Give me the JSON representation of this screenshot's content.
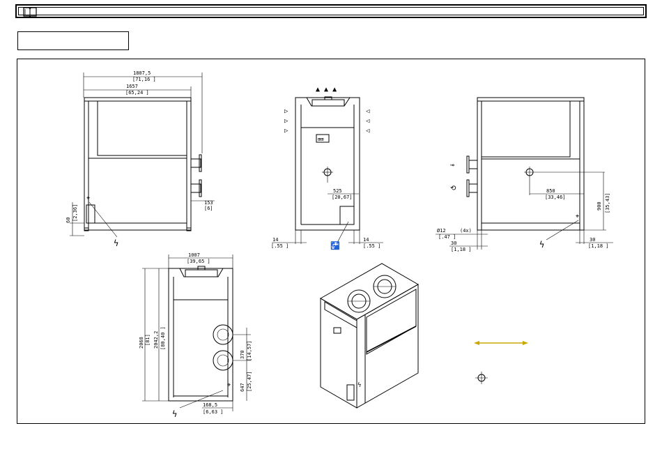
{
  "header": {
    "icon": "book-icon",
    "title": ""
  },
  "section_title": "",
  "views": {
    "side": {
      "overall_width": "1807,5",
      "overall_width_in": "[71,16 ]",
      "body_width": "1657",
      "body_width_in": "[65,24 ]",
      "conn_offset": "153",
      "conn_offset_in": "[6]",
      "base_height": "60",
      "base_height_in": "[2,36]"
    },
    "front": {
      "offset": "525",
      "offset_in": "[20,67]",
      "foot_left": "14",
      "foot_left_in": "[.55 ]",
      "foot_right": "14",
      "foot_right_in": "[.55 ]"
    },
    "rear": {
      "cg_x": "850",
      "cg_x_in": "[33,46]",
      "cg_y": "900",
      "cg_y_in": "[35,43]",
      "hole_dia": "Ø12",
      "hole_count": "(4x)",
      "hole_dia_in": "[.47 ]",
      "foot_left": "30",
      "foot_left_in": "[1,18 ]",
      "foot_right": "30",
      "foot_right_in": "[1,18 ]"
    },
    "top": {
      "width": "1007",
      "width_in": "[39,65 ]",
      "length": "2068",
      "length_in": "[81]",
      "inner_length": "2042,2",
      "inner_length_in": "[80,40 ]",
      "hole_spacing": "370",
      "hole_spacing_in": "[14,57]",
      "hole_offset": "647",
      "hole_offset_in": "[25,47]",
      "edge_offset": "168,5",
      "edge_offset_in": "[6,63 ]"
    }
  },
  "legend": {
    "airflow_color": "#c8a800",
    "cg_icon": "center-of-gravity-icon"
  }
}
